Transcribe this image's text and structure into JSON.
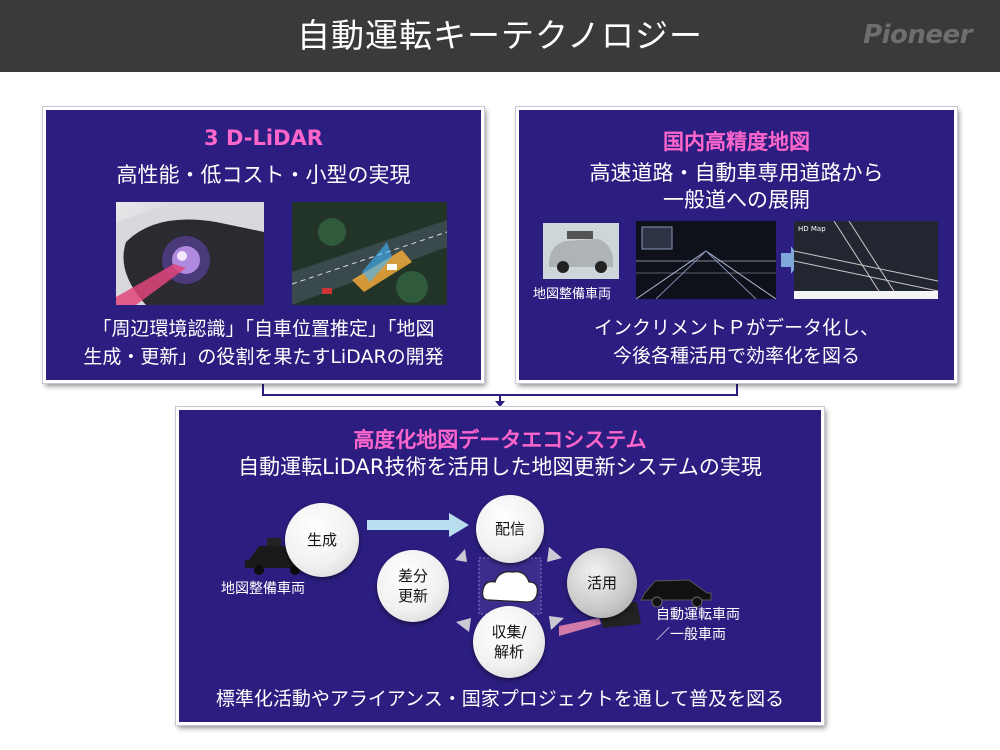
{
  "header": {
    "title": "自動運転キーテクノロジー",
    "brand": "Pioneer"
  },
  "lidar": {
    "heading": "3 D-LiDAR",
    "subtitle": "高性能・低コスト・小型の実現",
    "body_line1": "「周辺環境認識」「自車位置推定」「地図",
    "body_line2": "生成・更新」の役割を果たすLiDARの開発"
  },
  "hdmap": {
    "heading": "国内高精度地図",
    "subtitle_line1": "高速道路・自動車専用道路から",
    "subtitle_line2": "一般道への展開",
    "vehicle_label": "地図整備車両",
    "body_line1": "インクリメントＰがデータ化し、",
    "body_line2": "今後各種活用で効率化を図る"
  },
  "ecosystem": {
    "heading": "高度化地図データエコシステム",
    "subtitle": "自動運転LiDAR技術を活用した地図更新システムの実現",
    "nodes": {
      "generate": "生成",
      "distribute": "配信",
      "diff_line1": "差分",
      "diff_line2": "更新",
      "use": "活用",
      "collect_line1": "収集/",
      "collect_line2": "解析"
    },
    "left_vehicle_label": "地図整備車両",
    "right_vehicle_label_line1": "自動運転車両",
    "right_vehicle_label_line2": "／一般車両",
    "footer": "標準化活動やアライアンス・国家プロジェクトを通して普及を図る"
  },
  "colors": {
    "panel_bg": "#2b1e80",
    "heading_pink": "#ff66cc",
    "header_bg": "#3a3a3a",
    "connector": "#2b1e80"
  }
}
